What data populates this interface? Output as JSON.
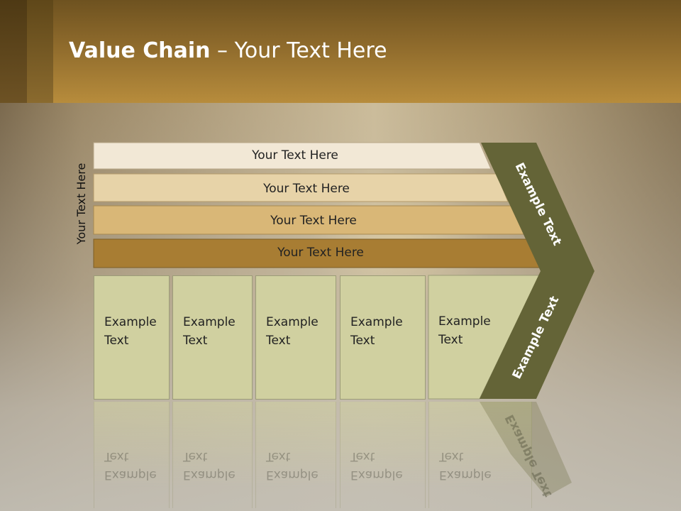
{
  "slide": {
    "title_bold": "Value Chain",
    "title_rest": " – Your Text Here",
    "side_label": "Your Text Here"
  },
  "bars": [
    {
      "label": "Your Text Here",
      "color": "#f2e8d6"
    },
    {
      "label": "Your Text Here",
      "color": "#e7d3a8"
    },
    {
      "label": "Your Text Here",
      "color": "#d9b777"
    },
    {
      "label": "Your Text Here",
      "color": "#a87d33"
    }
  ],
  "boxes": [
    {
      "text": "Example\nText"
    },
    {
      "text": "Example\nText"
    },
    {
      "text": "Example\nText"
    },
    {
      "text": "Example\nText"
    },
    {
      "text": "Example\nText"
    }
  ],
  "chevron": {
    "top_label": "Example Text",
    "bottom_label": "Example Text",
    "color": "#646437"
  },
  "colors": {
    "header": "#8f6b2c",
    "box_fill": "#d0d0a0",
    "title_text": "#ffffff"
  }
}
